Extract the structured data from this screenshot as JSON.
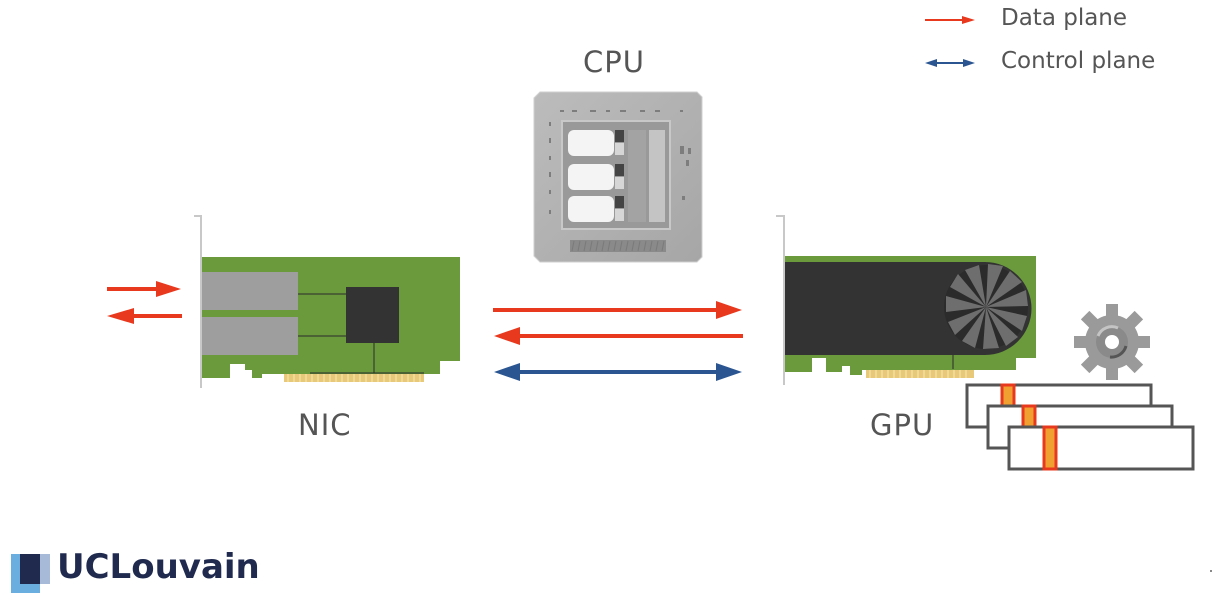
{
  "legend": {
    "data_plane": "Data plane",
    "control_plane": "Control plane"
  },
  "labels": {
    "cpu": "CPU",
    "nic": "NIC",
    "gpu": "GPU"
  },
  "logo": {
    "text": "UCLouvain"
  },
  "colors": {
    "data_plane": "#e8391e",
    "control_plane": "#2a5591",
    "pcb_green": "#6a9a3c",
    "chip_dark": "#333333",
    "logo_navy": "#1f2a4e",
    "logo_light_blue": "#6aaee0"
  }
}
